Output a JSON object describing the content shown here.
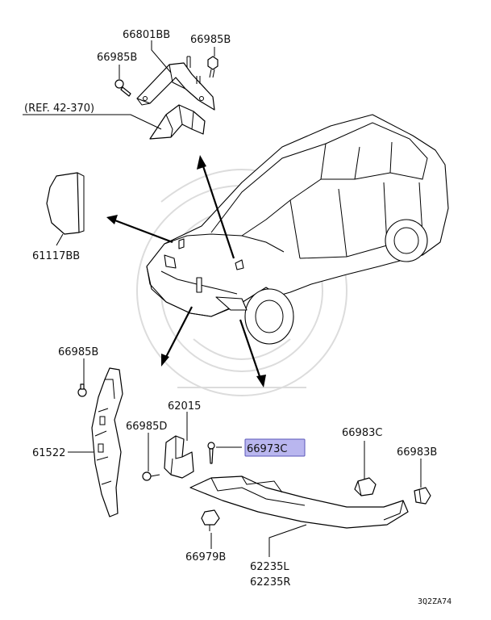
{
  "diagram": {
    "code": "3Q2ZA74",
    "highlight_color": "#b9b6ef",
    "labels": {
      "p66801BB": "66801BB",
      "p66985B_top_right": "66985B",
      "p66985B_top_left": "66985B",
      "ref": "(REF. 42-370)",
      "p61117BB": "61117BB",
      "p66985B_left": "66985B",
      "p62015": "62015",
      "p66985D": "66985D",
      "p61522": "61522",
      "p66973C": "66973C",
      "p66983C": "66983C",
      "p66983B": "66983B",
      "p66979B": "66979B",
      "p62235L": "62235L",
      "p62235R": "62235R"
    }
  }
}
